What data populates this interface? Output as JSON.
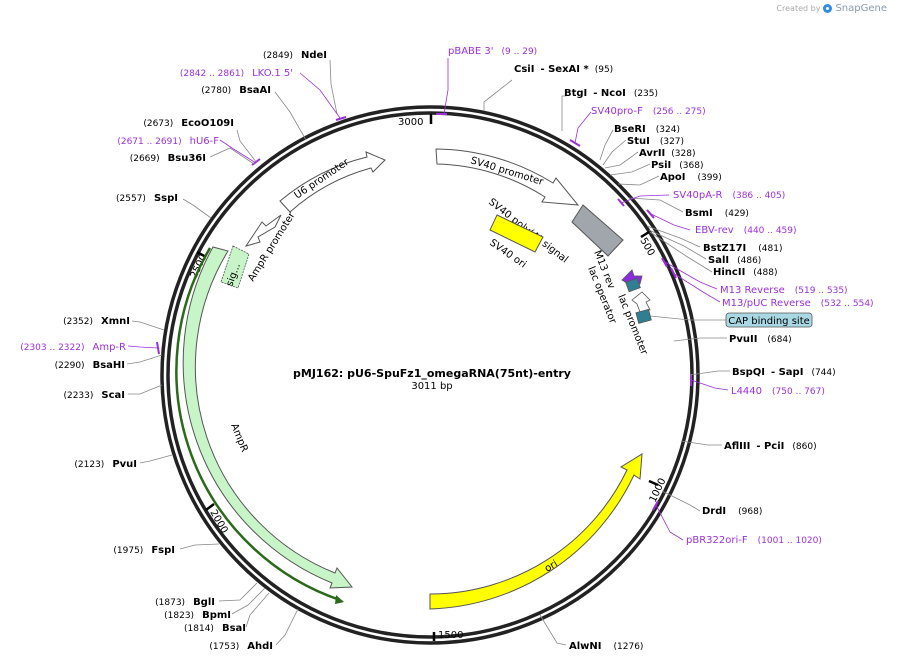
{
  "credit": {
    "prefix": "Created by",
    "brand": "SnapGene"
  },
  "plasmid": {
    "name": "pMJ162: pU6-SpuFz1_omegaRNA(75nt)-entry",
    "length": "3011 bp"
  },
  "ticks": [
    "500",
    "1000",
    "1500",
    "2000",
    "2500",
    "3000"
  ],
  "features": {
    "sv40_promoter": "SV40 promoter",
    "sv40_polya": "SV40 poly(A) signal",
    "sv40_ori": "SV40 ori",
    "m13rev": "M13 rev",
    "lac_operator": "lac operator",
    "lac_promoter": "lac promoter",
    "cap_site": "CAP binding site",
    "ori": "ori",
    "ampr": "AmpR",
    "ampr_promoter": "AmpR promoter",
    "u6_promoter": "U6 promoter",
    "sig": "sig..."
  },
  "sites": [
    {
      "name": "CsiI",
      "extra": "- SexAI *",
      "pos": "(95)"
    },
    {
      "name": "BtgI",
      "extra": "- NcoI",
      "pos": "(235)"
    },
    {
      "name": "BseRI",
      "pos": "(324)"
    },
    {
      "name": "StuI",
      "pos": "(327)"
    },
    {
      "name": "AvrII",
      "pos": "(328)"
    },
    {
      "name": "PsiI",
      "pos": "(368)"
    },
    {
      "name": "ApoI",
      "pos": "(399)"
    },
    {
      "name": "BsmI",
      "pos": "(429)"
    },
    {
      "name": "BstZ17I",
      "pos": "(481)"
    },
    {
      "name": "SalI",
      "pos": "(486)"
    },
    {
      "name": "HincII",
      "pos": "(488)"
    },
    {
      "name": "PvuII",
      "pos": "(684)"
    },
    {
      "name": "BspQI",
      "extra": "- SapI",
      "pos": "(744)"
    },
    {
      "name": "AflIII",
      "extra": "- PciI",
      "pos": "(860)"
    },
    {
      "name": "DrdI",
      "pos": "(968)"
    },
    {
      "name": "AlwNI",
      "pos": "(1276)"
    },
    {
      "name": "NdeI",
      "pos": "(2849)"
    },
    {
      "name": "BsaAI",
      "pos": "(2780)"
    },
    {
      "name": "EcoO109I",
      "pos": "(2673)"
    },
    {
      "name": "Bsu36I",
      "pos": "(2669)"
    },
    {
      "name": "SspI",
      "pos": "(2557)"
    },
    {
      "name": "XmnI",
      "pos": "(2352)"
    },
    {
      "name": "BsaHI",
      "pos": "(2290)"
    },
    {
      "name": "ScaI",
      "pos": "(2233)"
    },
    {
      "name": "PvuI",
      "pos": "(2123)"
    },
    {
      "name": "FspI",
      "pos": "(1975)"
    },
    {
      "name": "BglI",
      "pos": "(1873)"
    },
    {
      "name": "BpmI",
      "pos": "(1823)"
    },
    {
      "name": "BsaI",
      "pos": "(1814)"
    },
    {
      "name": "AhdI",
      "pos": "(1753)"
    }
  ],
  "primers": [
    {
      "name": "pBABE 3'",
      "pos": "(9 .. 29)"
    },
    {
      "name": "SV40pro-F",
      "pos": "(256 .. 275)"
    },
    {
      "name": "SV40pA-R",
      "pos": "(386 .. 405)"
    },
    {
      "name": "EBV-rev",
      "pos": "(440 .. 459)"
    },
    {
      "name": "M13 Reverse",
      "pos": "(519 .. 535)"
    },
    {
      "name": "M13/pUC Reverse",
      "pos": "(532 .. 554)"
    },
    {
      "name": "L4440",
      "pos": "(750 .. 767)"
    },
    {
      "name": "pBR322ori-F",
      "pos": "(1001 .. 1020)"
    },
    {
      "name": "LKO.1 5'",
      "pos": "(2842 .. 2861)"
    },
    {
      "name": "hU6-F",
      "pos": "(2671 .. 2691)"
    },
    {
      "name": "Amp-R",
      "pos": "(2303 .. 2322)"
    }
  ],
  "colors": {
    "primer": "#9b30d9",
    "ori": "#ffff00",
    "ampr": "#c8f5c8",
    "promoter": "#ffffff",
    "polya": "#a0a6ab",
    "operator": "#2f7f93",
    "m13": "#8a2be2",
    "cap": "#a8d8e4"
  }
}
